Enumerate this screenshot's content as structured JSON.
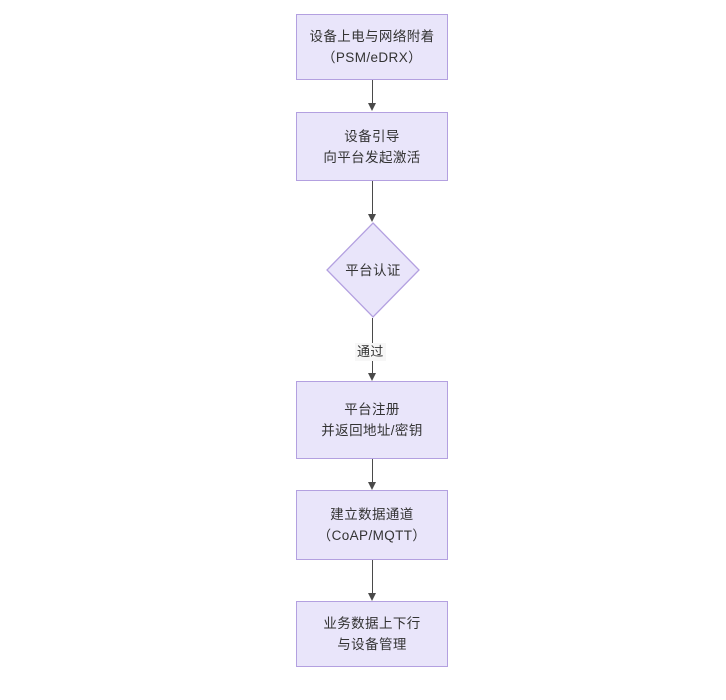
{
  "diagram": {
    "type": "flowchart",
    "orientation": "top-to-bottom",
    "background_color": "#ffffff",
    "node_fill_color": "#e9e5fa",
    "node_border_color": "#b3a0e0",
    "node_text_color": "#333333",
    "edge_color": "#4a4a4a",
    "nodes": [
      {
        "id": "n1",
        "shape": "rectangle",
        "line1": "设备上电与网络附着",
        "line2": "（PSM/eDRX）"
      },
      {
        "id": "n2",
        "shape": "rectangle",
        "line1": "设备引导",
        "line2": "向平台发起激活"
      },
      {
        "id": "n3",
        "shape": "diamond",
        "line1": "平台认证",
        "line2": ""
      },
      {
        "id": "n4",
        "shape": "rectangle",
        "line1": "平台注册",
        "line2": "并返回地址/密钥"
      },
      {
        "id": "n5",
        "shape": "rectangle",
        "line1": "建立数据通道",
        "line2": "（CoAP/MQTT）"
      },
      {
        "id": "n6",
        "shape": "rectangle",
        "line1": "业务数据上下行",
        "line2": "与设备管理"
      }
    ],
    "edges": [
      {
        "id": "e1",
        "from": "n1",
        "to": "n2",
        "label": ""
      },
      {
        "id": "e2",
        "from": "n2",
        "to": "n3",
        "label": ""
      },
      {
        "id": "e3",
        "from": "n3",
        "to": "n4",
        "label": "通过"
      },
      {
        "id": "e4",
        "from": "n4",
        "to": "n5",
        "label": ""
      },
      {
        "id": "e5",
        "from": "n5",
        "to": "n6",
        "label": ""
      }
    ]
  }
}
